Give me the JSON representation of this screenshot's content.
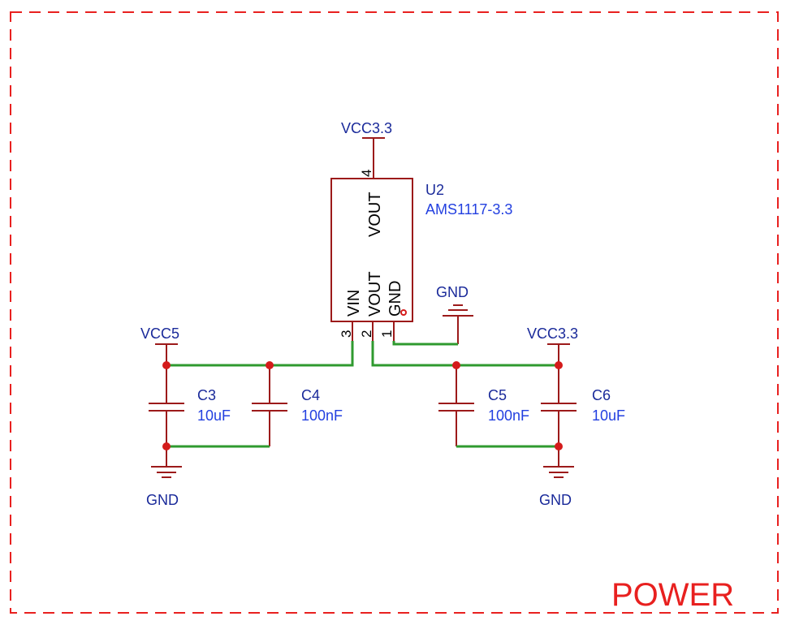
{
  "frame": {
    "title": "POWER"
  },
  "u2": {
    "ref": "U2",
    "value": "AMS1117-3.3",
    "pins": {
      "p4_name": "VOUT",
      "p4_num": "4",
      "p3_name": "VIN",
      "p3_num": "3",
      "p2_name": "VOUT",
      "p2_num": "2",
      "p1_name": "GND",
      "p1_num": "1"
    }
  },
  "nets": {
    "vcc33_top": "VCC3.3",
    "vcc5": "VCC5",
    "vcc33_right": "VCC3.3",
    "gnd_u2": "GND",
    "gnd_left": "GND",
    "gnd_right": "GND"
  },
  "capacitors": {
    "c3": {
      "ref": "C3",
      "value": "10uF"
    },
    "c4": {
      "ref": "C4",
      "value": "100nF"
    },
    "c5": {
      "ref": "C5",
      "value": "100nF"
    },
    "c6": {
      "ref": "C6",
      "value": "10uF"
    }
  },
  "colors": {
    "frame": "#e8201f",
    "symbol": "#9c1a1a",
    "wire": "#2f9a2f",
    "junction": "#d41b1b",
    "net_label": "#1a2a9a",
    "value_label": "#2340e0"
  }
}
